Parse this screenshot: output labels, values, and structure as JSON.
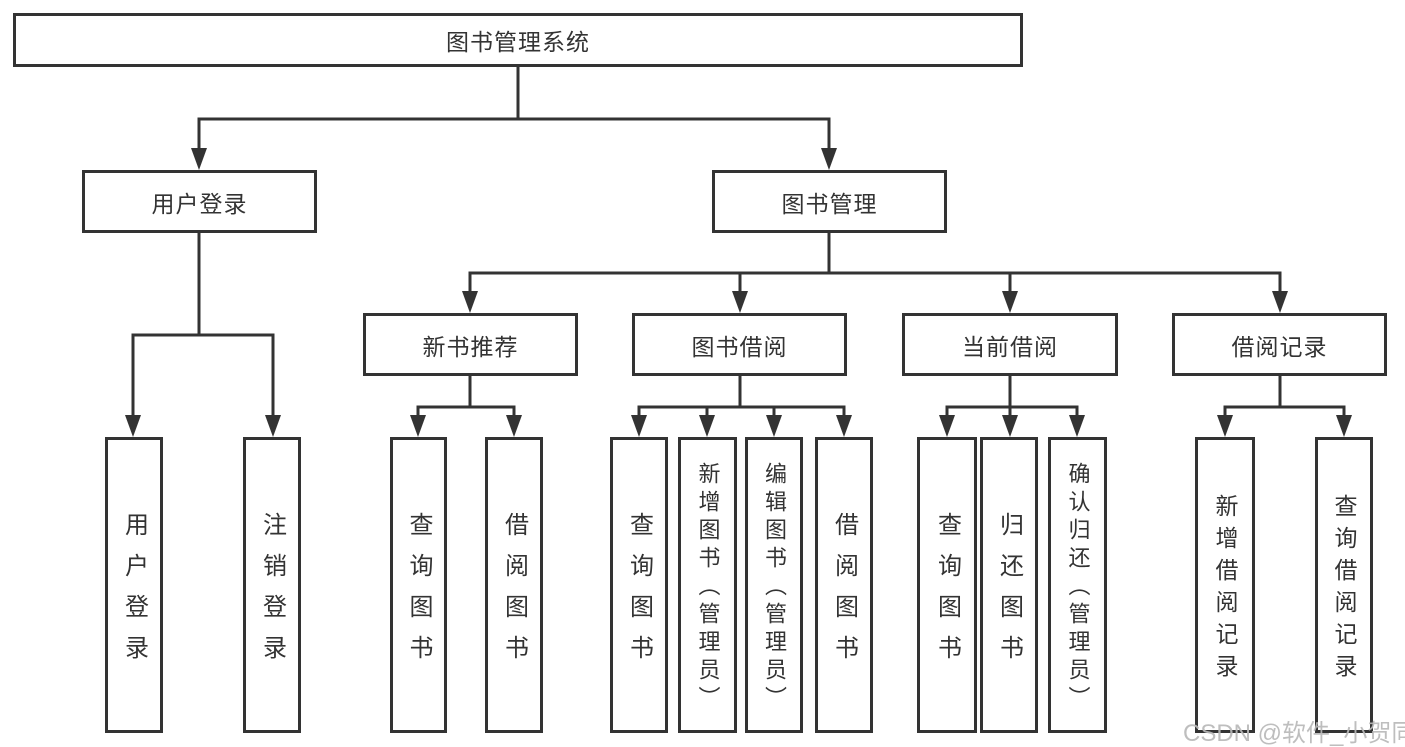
{
  "colors": {
    "line": "#333333",
    "text": "#333333",
    "box_background": "#ffffff",
    "page_background": "#ffffff",
    "watermark": "#b8b8b8"
  },
  "tree": {
    "root": {
      "label": "图书管理系统"
    },
    "branches": [
      {
        "label": "用户登录",
        "children": [
          {
            "label": "用户登录"
          },
          {
            "label": "注销登录"
          }
        ]
      },
      {
        "label": "图书管理",
        "groups": [
          {
            "label": "新书推荐",
            "children": [
              {
                "label": "查询图书"
              },
              {
                "label": "借阅图书"
              }
            ]
          },
          {
            "label": "图书借阅",
            "children": [
              {
                "label": "查询图书"
              },
              {
                "label": "新增图书（管理员）"
              },
              {
                "label": "编辑图书（管理员）"
              },
              {
                "label": "借阅图书"
              }
            ]
          },
          {
            "label": "当前借阅",
            "children": [
              {
                "label": "查询图书"
              },
              {
                "label": "归还图书"
              },
              {
                "label": "确认归还（管理员）"
              }
            ]
          },
          {
            "label": "借阅记录",
            "children": [
              {
                "label": "新增借阅记录"
              },
              {
                "label": "查询借阅记录"
              }
            ]
          }
        ]
      }
    ]
  },
  "watermark": {
    "text": "CSDN @软件_小贺同学"
  }
}
